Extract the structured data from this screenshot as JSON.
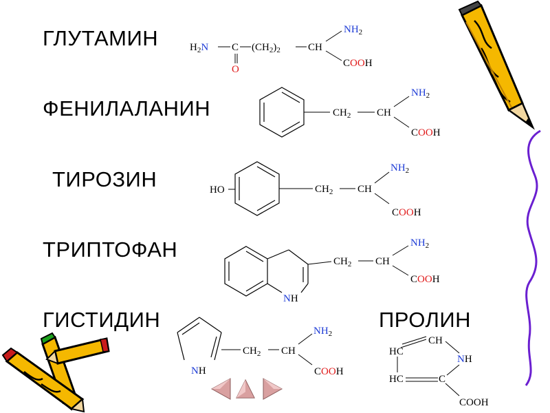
{
  "labels": {
    "glutamine": "ГЛУТАМИН",
    "phenylalanine": "ФЕНИЛАЛАНИН",
    "tyrosine": "ТИРОЗИН",
    "tryptophan": "ТРИПТОФАН",
    "histidine": "ГИСТИДИН",
    "proline": "ПРОЛИН"
  },
  "formula": {
    "nh2": "NH",
    "h2n": "H",
    "two": "2",
    "n": "N",
    "c": "C",
    "o": "O",
    "ch": "CH",
    "ch2": "CH",
    "cooh_c": "C",
    "cooh_oo": "OO",
    "cooh_h": "H",
    "glu_chain": "(CH",
    "glu_chain_end": ")",
    "ho": "HO",
    "nh": "NH",
    "n_letter": "N",
    "h_letter": "H",
    "hc": "HC"
  },
  "colors": {
    "nitrogen": "#1e3cd6",
    "oxygen": "#e01818",
    "pencil_body": "#f5b800",
    "pencil_outline": "#000000",
    "ribbon": "#6a1fd0",
    "nav_arrow": "#c98a8a"
  },
  "icons": {
    "pencil_large": "pencil-icon",
    "pencils_group": "pencils-icon",
    "nav_prev": "arrow-left-icon",
    "nav_home": "arrow-up-icon",
    "nav_next": "arrow-right-icon"
  }
}
